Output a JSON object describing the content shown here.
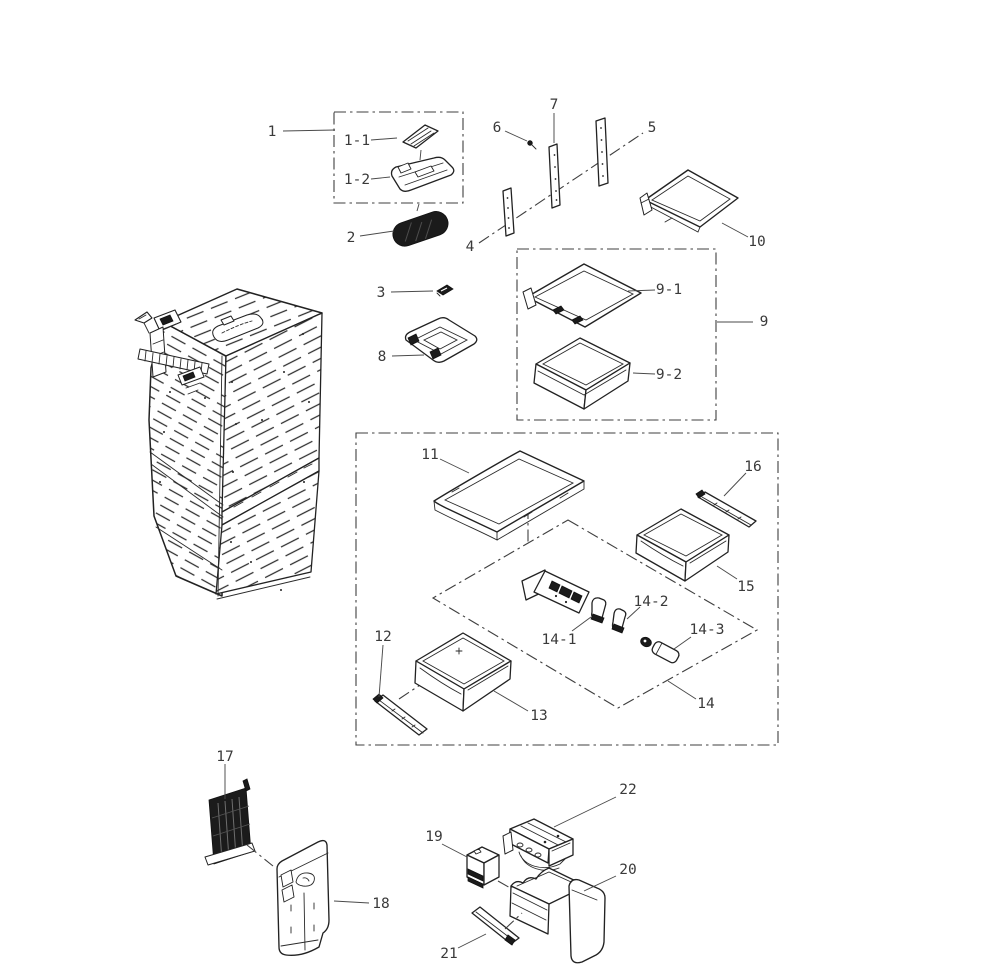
{
  "figure": {
    "type": "refrigerator exploded parts diagram",
    "background": "#ffffff",
    "ink": "#222222",
    "label_color": "#3a3a3a"
  },
  "callouts": {
    "c1": "1",
    "c1_1": "1-1",
    "c1_2": "1-2",
    "c2": "2",
    "c3": "3",
    "c4": "4",
    "c5": "5",
    "c6": "6",
    "c7": "7",
    "c8": "8",
    "c9": "9",
    "c9_1": "9-1",
    "c9_2": "9-2",
    "c10": "10",
    "c11": "11",
    "c12": "12",
    "c13": "13",
    "c14": "14",
    "c14_1": "14-1",
    "c14_2": "14-2",
    "c14_3": "14-3",
    "c15": "15",
    "c16": "16",
    "c17": "17",
    "c18": "18",
    "c19": "19",
    "c20": "20",
    "c21": "21",
    "c22": "22"
  }
}
